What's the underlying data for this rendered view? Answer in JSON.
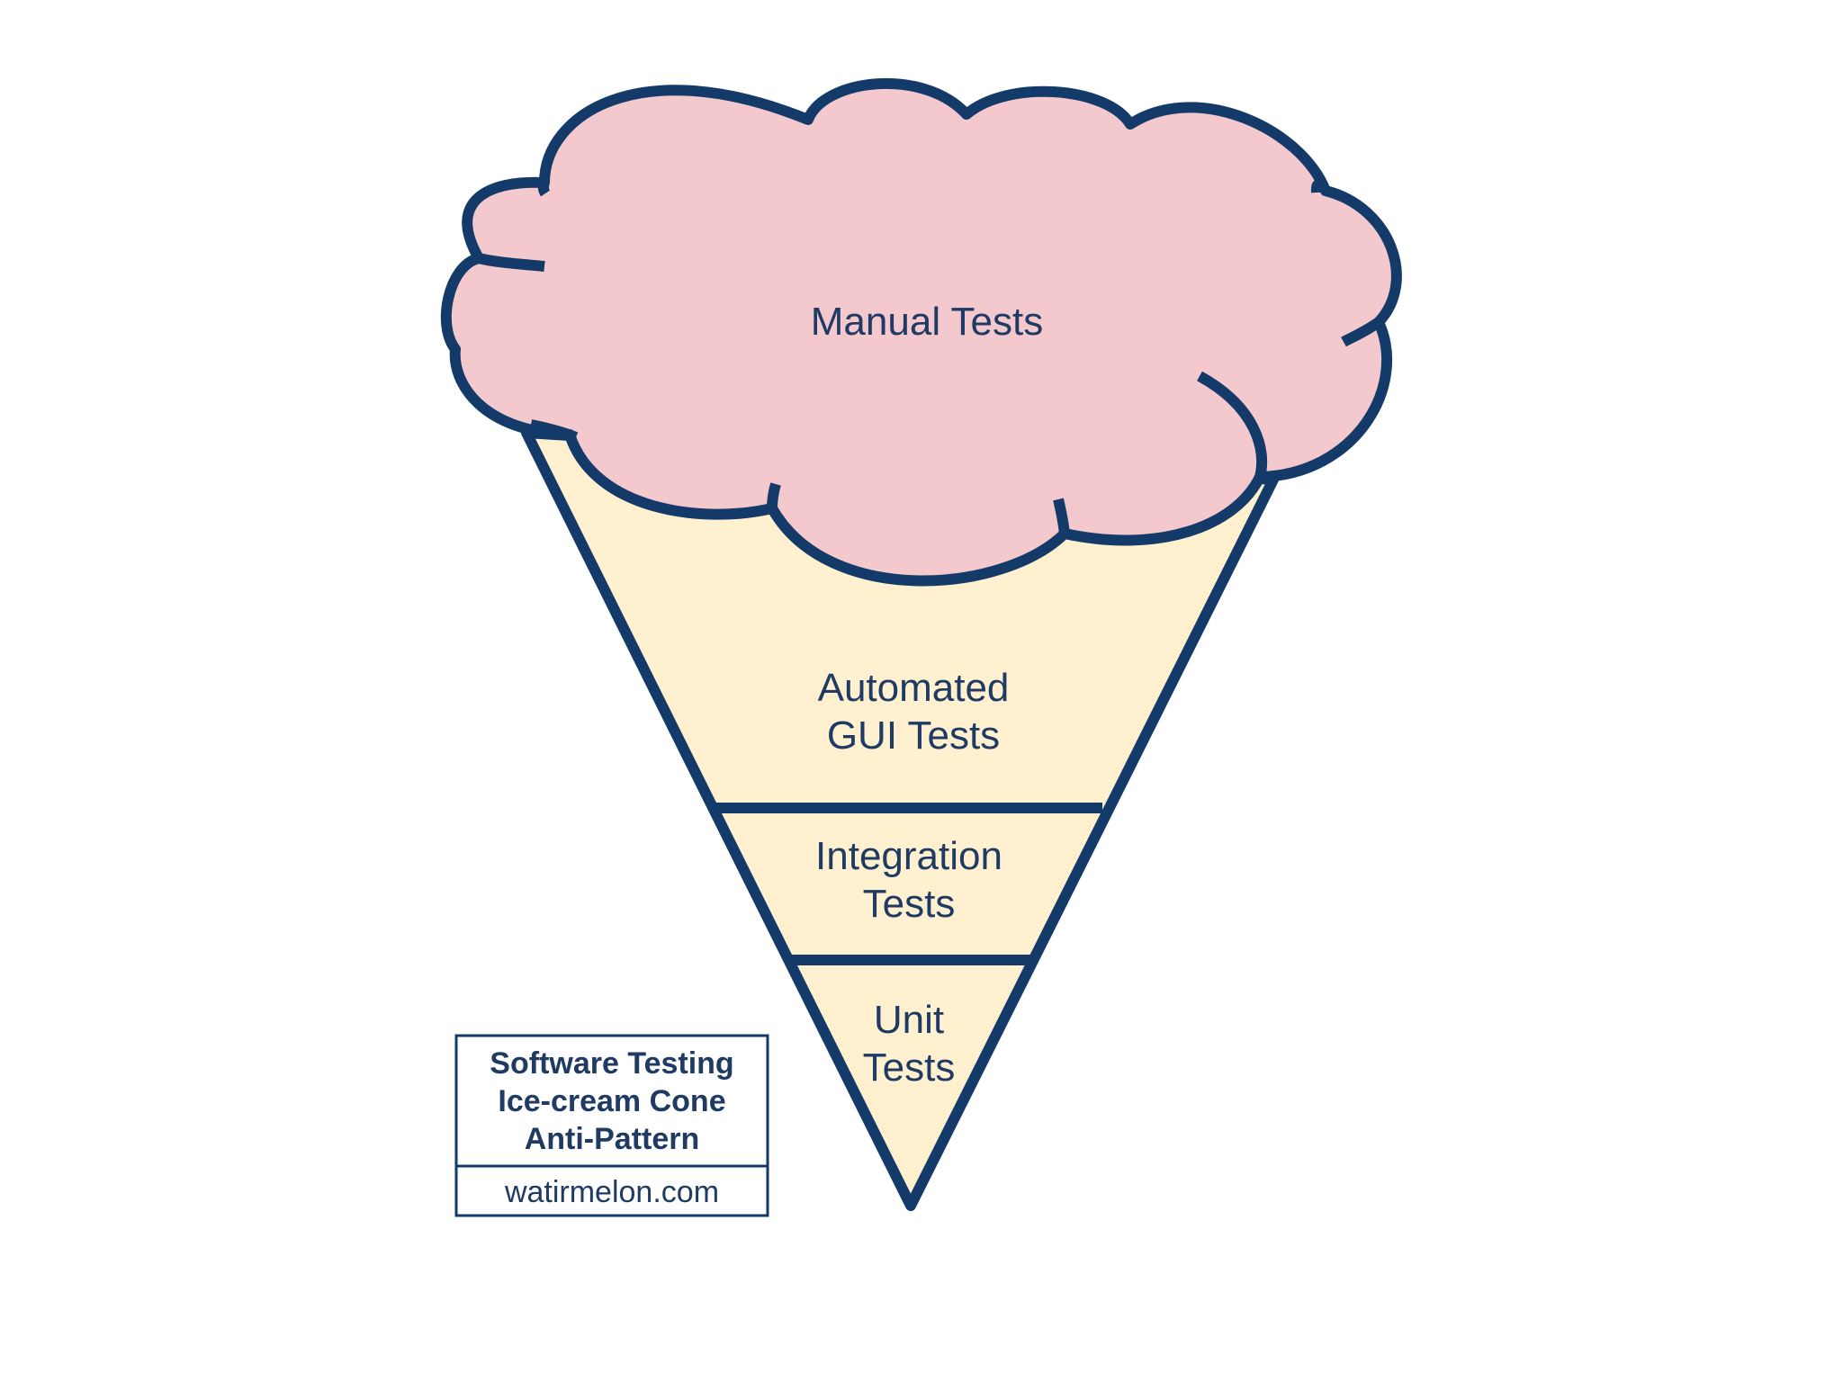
{
  "diagram": {
    "cloud_label": "Manual Tests",
    "layers": [
      {
        "lines": [
          "Automated",
          "GUI Tests"
        ]
      },
      {
        "lines": [
          "Integration",
          "Tests"
        ]
      },
      {
        "lines": [
          "Unit",
          "Tests"
        ]
      }
    ],
    "badge": {
      "title_lines": [
        "Software Testing",
        "Ice-cream Cone",
        "Anti-Pattern"
      ],
      "site": "watirmelon.com"
    }
  },
  "colors": {
    "outline": "#133a68",
    "cone_fill": "#fff0cf",
    "cloud_fill": "#f3c9cd",
    "text": "#1f3a63",
    "background": "#ffffff"
  }
}
